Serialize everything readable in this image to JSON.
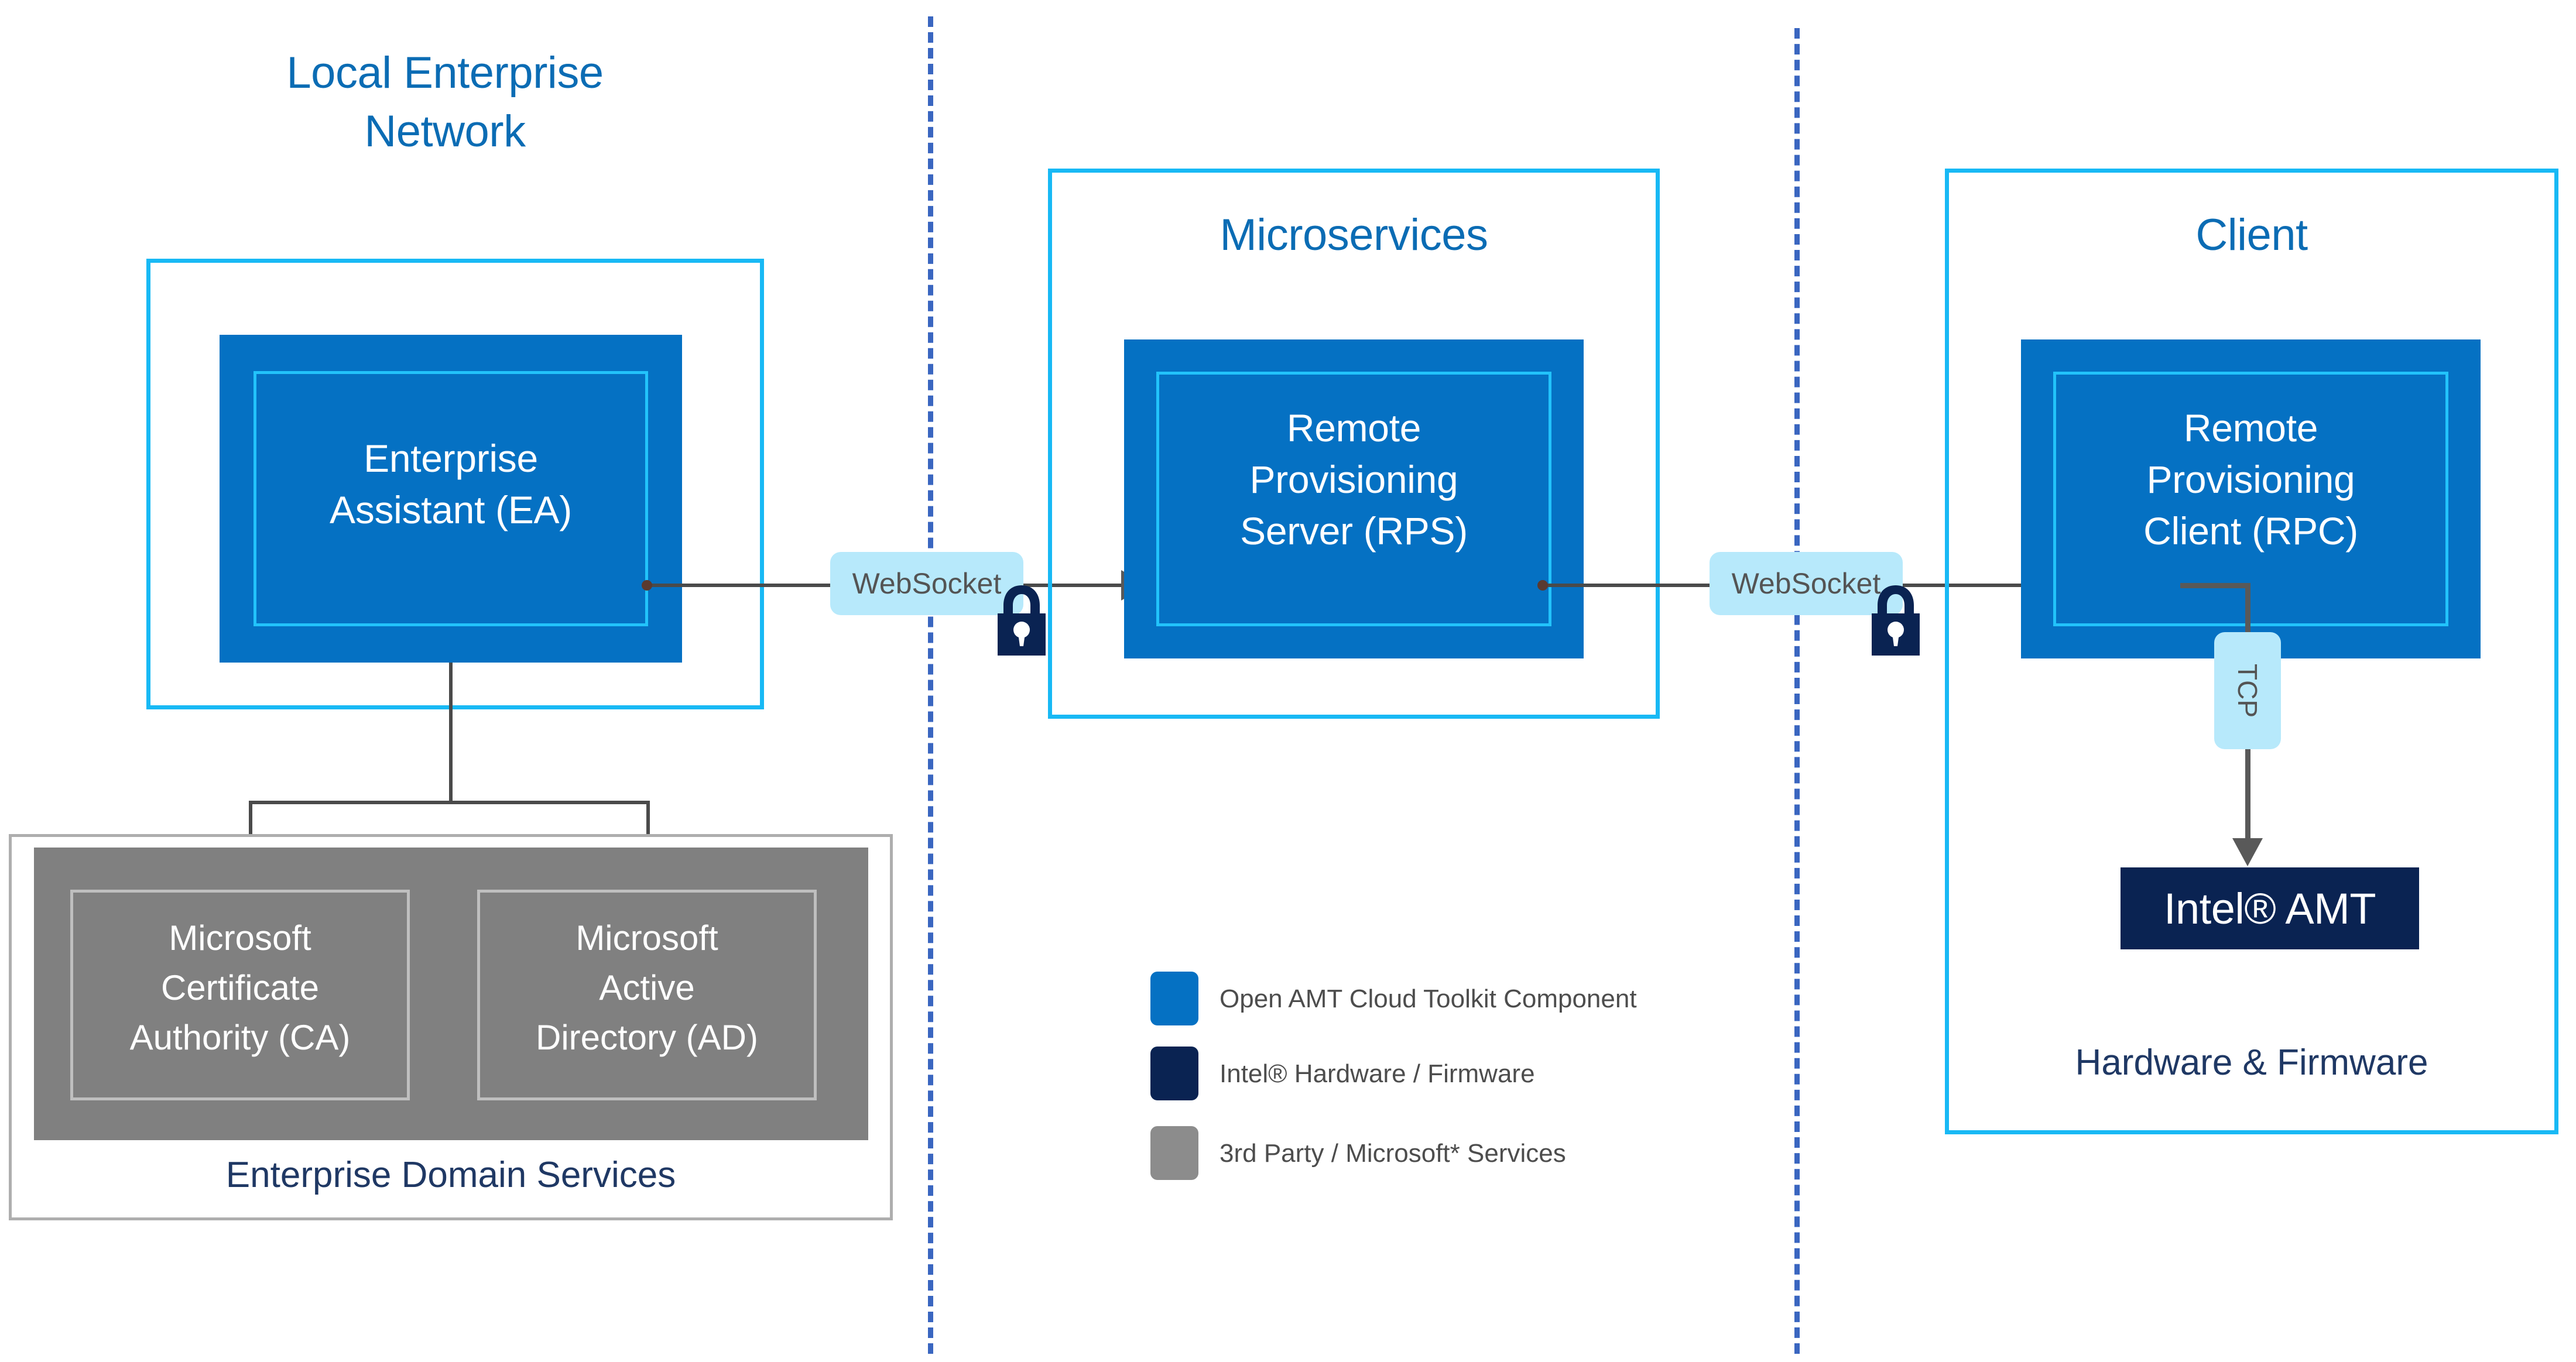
{
  "zones": {
    "local_enterprise": {
      "title_line1": "Local Enterprise",
      "title_line2": "Network"
    },
    "microservices": {
      "title": "Microservices"
    },
    "client": {
      "title": "Client",
      "footer_caption": "Hardware & Firmware"
    }
  },
  "components": {
    "enterprise_assistant": {
      "line1": "Enterprise",
      "line2": "Assistant (EA)"
    },
    "rps": {
      "line1": "Remote",
      "line2": "Provisioning",
      "line3": "Server (RPS)"
    },
    "rpc": {
      "line1": "Remote",
      "line2": "Provisioning",
      "line3": "Client (RPC)"
    },
    "intel_amt": {
      "label": "Intel® AMT"
    },
    "microsoft_ca": {
      "line1": "Microsoft",
      "line2": "Certificate",
      "line3": "Authority (CA)"
    },
    "microsoft_ad": {
      "line1": "Microsoft",
      "line2": "Active",
      "line3": "Directory (AD)"
    },
    "enterprise_domain_services": {
      "caption": "Enterprise Domain Services"
    }
  },
  "connections": {
    "ea_to_rps_protocol": "WebSocket",
    "rps_to_rpc_protocol": "WebSocket",
    "rpc_to_amt_protocol": "TCP"
  },
  "legend": {
    "items": [
      {
        "label": "Open AMT Cloud Toolkit Component",
        "color": "#0571C3"
      },
      {
        "label": "Intel® Hardware / Firmware",
        "color": "#0A2352"
      },
      {
        "label": "3rd Party / Microsoft* Services",
        "color": "#8C8C8C"
      }
    ]
  },
  "colors": {
    "toolkit_blue": "#0571C3",
    "intel_navy": "#0A2352",
    "third_party_gray": "#8C8C8C",
    "cyan_outline": "#18B9F5",
    "title_blue": "#0B6CB4",
    "divider_blue": "#3A66C0",
    "badge_blue": "#B7E9FB",
    "connector_gray": "#4A4A4A"
  }
}
